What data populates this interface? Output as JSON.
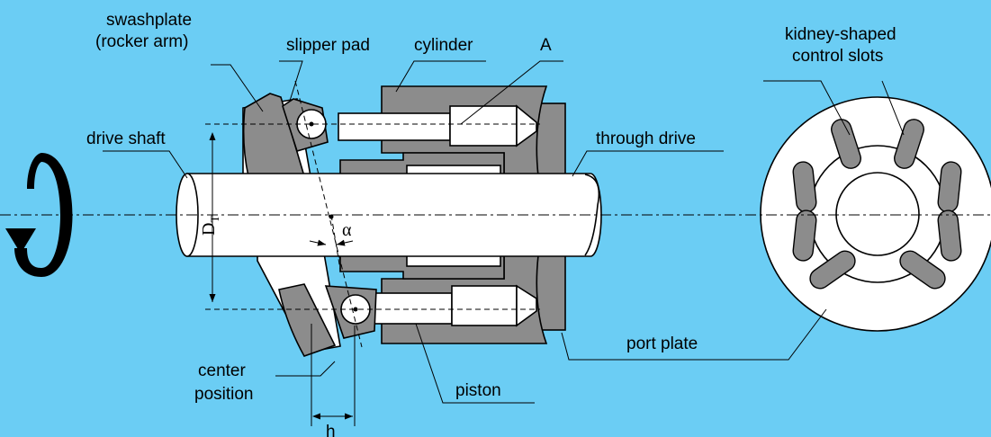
{
  "labels": {
    "swashplate_line1": "swashplate",
    "swashplate_line2": "(rocker arm)",
    "slipper_pad": "slipper pad",
    "cylinder": "cylinder",
    "point_a": "A",
    "kidney_line1": "kidney-shaped",
    "kidney_line2": "control slots",
    "drive_shaft": "drive shaft",
    "through_drive": "through drive",
    "diameter_symbol": "D",
    "diameter_subscript": "T",
    "angle_symbol": "α",
    "port_plate": "port plate",
    "center_line1": "center",
    "center_line2": "position",
    "piston": "piston",
    "stroke_symbol": "h"
  },
  "colors": {
    "background": "#6bcdf4",
    "dark_part": "#8c8c8c",
    "light_part": "#ffffff"
  },
  "icons": {
    "rotation": "rotation-arrow-icon"
  }
}
